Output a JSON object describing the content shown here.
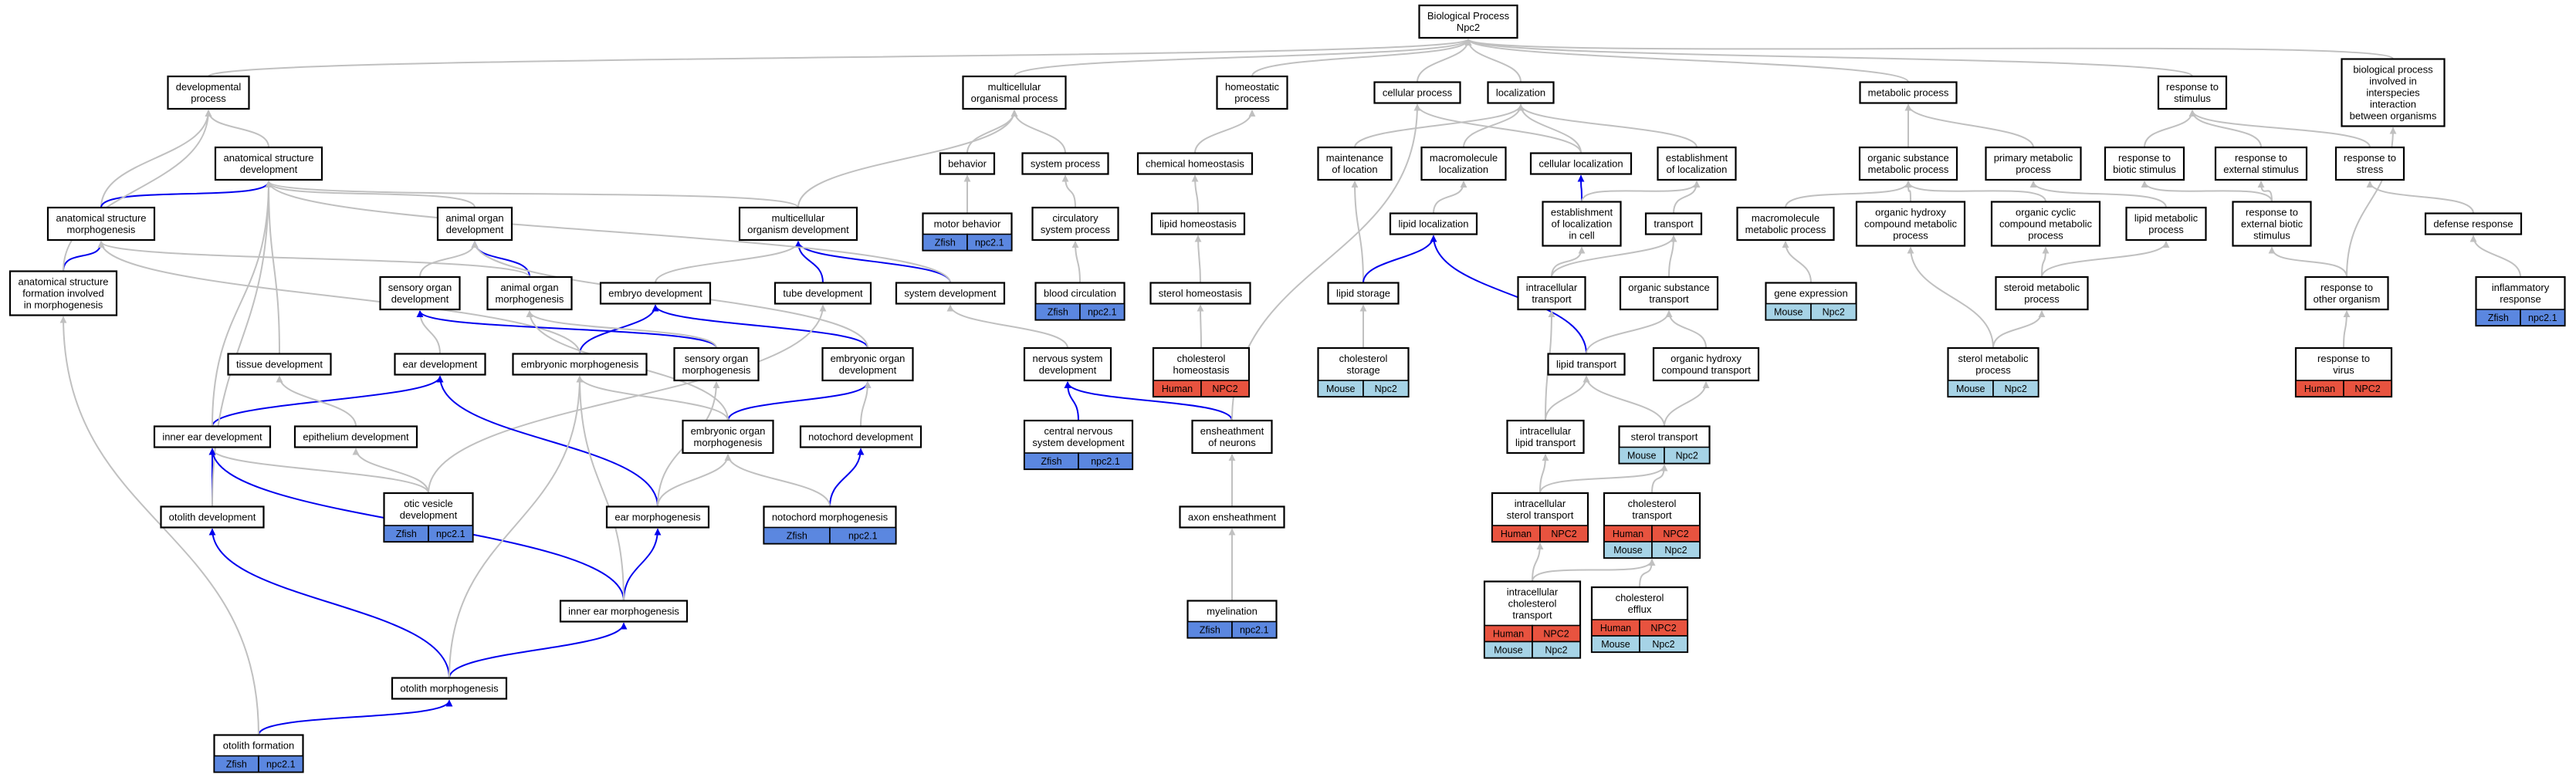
{
  "colors": {
    "isa_edge": "#c0c0c0",
    "partof_edge": "#0000ee",
    "zfish": "#5b87e0",
    "human": "#e8533f",
    "mouse": "#a6d3e6"
  },
  "nodes": [
    {
      "id": "root",
      "label": "Biological Process\nNpc2"
    },
    {
      "id": "devproc",
      "label": "developmental\nprocess"
    },
    {
      "id": "multorg",
      "label": "multicellular\norganismal process"
    },
    {
      "id": "homeo",
      "label": "homeostatic\nprocess"
    },
    {
      "id": "cellproc",
      "label": "cellular process"
    },
    {
      "id": "local",
      "label": "localization"
    },
    {
      "id": "metab",
      "label": "metabolic process"
    },
    {
      "id": "respstim",
      "label": "response to\nstimulus"
    },
    {
      "id": "interspecies",
      "label": "biological process\ninvolved in\ninterspecies\ninteraction\nbetween organisms"
    },
    {
      "id": "anatdev",
      "label": "anatomical structure\ndevelopment"
    },
    {
      "id": "behavior",
      "label": "behavior"
    },
    {
      "id": "sysproc",
      "label": "system process"
    },
    {
      "id": "chemhomeo",
      "label": "chemical homeostasis"
    },
    {
      "id": "maintloc",
      "label": "maintenance\nof location"
    },
    {
      "id": "macroloc",
      "label": "macromolecule\nlocalization"
    },
    {
      "id": "cellloc",
      "label": "cellular localization"
    },
    {
      "id": "estloc",
      "label": "establishment\nof localization"
    },
    {
      "id": "orgsubmet",
      "label": "organic substance\nmetabolic process"
    },
    {
      "id": "primmet",
      "label": "primary metabolic\nprocess"
    },
    {
      "id": "respbio",
      "label": "response to\nbiotic stimulus"
    },
    {
      "id": "respext",
      "label": "response to\nexternal stimulus"
    },
    {
      "id": "respstress",
      "label": "response to\nstress"
    },
    {
      "id": "anatmorph",
      "label": "anatomical structure\nmorphogenesis"
    },
    {
      "id": "animorgdev",
      "label": "animal organ\ndevelopment"
    },
    {
      "id": "multdev",
      "label": "multicellular\norganism development"
    },
    {
      "id": "motorbeh",
      "label": "motor behavior",
      "tags": [
        {
          "sp": "Zfish",
          "gene": "npc2.1",
          "c": "zfish"
        }
      ]
    },
    {
      "id": "circ",
      "label": "circulatory\nsystem process"
    },
    {
      "id": "lipidhomeo",
      "label": "lipid homeostasis"
    },
    {
      "id": "lipidloc",
      "label": "lipid localization"
    },
    {
      "id": "estlocincell",
      "label": "establishment\nof localization\nin cell"
    },
    {
      "id": "transport",
      "label": "transport"
    },
    {
      "id": "macromet",
      "label": "macromolecule\nmetabolic process"
    },
    {
      "id": "orghydmet",
      "label": "organic hydroxy\ncompound metabolic\nprocess"
    },
    {
      "id": "orgcycmet",
      "label": "organic cyclic\ncompound metabolic\nprocess"
    },
    {
      "id": "lipidmet",
      "label": "lipid metabolic\nprocess"
    },
    {
      "id": "respextbio",
      "label": "response to\nexternal biotic\nstimulus"
    },
    {
      "id": "defresp",
      "label": "defense response"
    },
    {
      "id": "anatform",
      "label": "anatomical structure\nformation involved\nin morphogenesis"
    },
    {
      "id": "sensdev",
      "label": "sensory organ\ndevelopment"
    },
    {
      "id": "animorgmorph",
      "label": "animal organ\nmorphogenesis"
    },
    {
      "id": "embdev",
      "label": "embryo development"
    },
    {
      "id": "tubedev",
      "label": "tube development"
    },
    {
      "id": "sysdev",
      "label": "system development"
    },
    {
      "id": "bloodcirc",
      "label": "blood circulation",
      "tags": [
        {
          "sp": "Zfish",
          "gene": "npc2.1",
          "c": "zfish"
        }
      ]
    },
    {
      "id": "sterolhomeo",
      "label": "sterol homeostasis"
    },
    {
      "id": "lipidstor",
      "label": "lipid storage"
    },
    {
      "id": "intratrans",
      "label": "intracellular\ntransport"
    },
    {
      "id": "orgsubtrans",
      "label": "organic substance\ntransport"
    },
    {
      "id": "geneexp",
      "label": "gene expression",
      "tags": [
        {
          "sp": "Mouse",
          "gene": "Npc2",
          "c": "mouse"
        }
      ]
    },
    {
      "id": "sterolmet",
      "label": "steroid metabolic\nprocess"
    },
    {
      "id": "resporg",
      "label": "response to\nother organism"
    },
    {
      "id": "inflam",
      "label": "inflammatory\nresponse",
      "tags": [
        {
          "sp": "Zfish",
          "gene": "npc2.1",
          "c": "zfish"
        }
      ]
    },
    {
      "id": "tissuedev",
      "label": "tissue development"
    },
    {
      "id": "eardev",
      "label": "ear development"
    },
    {
      "id": "embmorph",
      "label": "embryonic morphogenesis"
    },
    {
      "id": "sensmorph",
      "label": "sensory organ\nmorphogenesis"
    },
    {
      "id": "emborgdev",
      "label": "embryonic organ\ndevelopment"
    },
    {
      "id": "nervdev",
      "label": "nervous system\ndevelopment"
    },
    {
      "id": "cholhomeo",
      "label": "cholesterol\nhomeostasis",
      "tags": [
        {
          "sp": "Human",
          "gene": "NPC2",
          "c": "human"
        }
      ]
    },
    {
      "id": "cholstor",
      "label": "cholesterol\nstorage",
      "tags": [
        {
          "sp": "Mouse",
          "gene": "Npc2",
          "c": "mouse"
        }
      ]
    },
    {
      "id": "lipidtrans",
      "label": "lipid transport"
    },
    {
      "id": "orghydtrans",
      "label": "organic hydroxy\ncompound transport"
    },
    {
      "id": "stermet",
      "label": "sterol metabolic\nprocess",
      "tags": [
        {
          "sp": "Mouse",
          "gene": "Npc2",
          "c": "mouse"
        }
      ]
    },
    {
      "id": "respvirus",
      "label": "response to\nvirus",
      "tags": [
        {
          "sp": "Human",
          "gene": "NPC2",
          "c": "human"
        }
      ]
    },
    {
      "id": "innerdev",
      "label": "inner ear development"
    },
    {
      "id": "epidev",
      "label": "epithelium development"
    },
    {
      "id": "emborgmorph",
      "label": "embryonic organ\nmorphogenesis"
    },
    {
      "id": "notodev",
      "label": "notochord development"
    },
    {
      "id": "cnsdev",
      "label": "central nervous\nsystem development",
      "tags": [
        {
          "sp": "Zfish",
          "gene": "npc2.1",
          "c": "zfish"
        }
      ]
    },
    {
      "id": "ensheath",
      "label": "ensheathment\nof neurons"
    },
    {
      "id": "intralipid",
      "label": "intracellular\nlipid transport"
    },
    {
      "id": "steroltrans",
      "label": "sterol transport",
      "tags": [
        {
          "sp": "Mouse",
          "gene": "Npc2",
          "c": "mouse"
        }
      ]
    },
    {
      "id": "oticves",
      "label": "otic vesicle\ndevelopment",
      "tags": [
        {
          "sp": "Zfish",
          "gene": "npc2.1",
          "c": "zfish"
        }
      ]
    },
    {
      "id": "otolithdev",
      "label": "otolith development"
    },
    {
      "id": "earmorph",
      "label": "ear morphogenesis"
    },
    {
      "id": "notomorph",
      "label": "notochord morphogenesis",
      "tags": [
        {
          "sp": "Zfish",
          "gene": "npc2.1",
          "c": "zfish"
        }
      ]
    },
    {
      "id": "axonens",
      "label": "axon ensheathment"
    },
    {
      "id": "intrasterol",
      "label": "intracellular\nsterol transport",
      "tags": [
        {
          "sp": "Human",
          "gene": "NPC2",
          "c": "human"
        }
      ]
    },
    {
      "id": "choltrans",
      "label": "cholesterol\ntransport",
      "tags": [
        {
          "sp": "Human",
          "gene": "NPC2",
          "c": "human"
        },
        {
          "sp": "Mouse",
          "gene": "Npc2",
          "c": "mouse"
        }
      ]
    },
    {
      "id": "intrachol",
      "label": "intracellular\ncholesterol\ntransport",
      "tags": [
        {
          "sp": "Human",
          "gene": "NPC2",
          "c": "human"
        },
        {
          "sp": "Mouse",
          "gene": "Npc2",
          "c": "mouse"
        }
      ]
    },
    {
      "id": "cholefflux",
      "label": "cholesterol\nefflux",
      "tags": [
        {
          "sp": "Human",
          "gene": "NPC2",
          "c": "human"
        },
        {
          "sp": "Mouse",
          "gene": "Npc2",
          "c": "mouse"
        }
      ]
    },
    {
      "id": "innermorph",
      "label": "inner ear morphogenesis"
    },
    {
      "id": "myelin",
      "label": "myelination",
      "tags": [
        {
          "sp": "Zfish",
          "gene": "npc2.1",
          "c": "zfish"
        }
      ]
    },
    {
      "id": "otolithmorph",
      "label": "otolith morphogenesis"
    },
    {
      "id": "otolithform",
      "label": "otolith formation",
      "tags": [
        {
          "sp": "Zfish",
          "gene": "npc2.1",
          "c": "zfish"
        }
      ]
    }
  ],
  "edges": [
    {
      "from": "devproc",
      "to": "root",
      "type": "isa"
    },
    {
      "from": "multorg",
      "to": "root",
      "type": "isa"
    },
    {
      "from": "homeo",
      "to": "root",
      "type": "isa"
    },
    {
      "from": "cellproc",
      "to": "root",
      "type": "isa"
    },
    {
      "from": "local",
      "to": "root",
      "type": "isa"
    },
    {
      "from": "metab",
      "to": "root",
      "type": "isa"
    },
    {
      "from": "respstim",
      "to": "root",
      "type": "isa"
    },
    {
      "from": "interspecies",
      "to": "root",
      "type": "isa"
    },
    {
      "from": "anatdev",
      "to": "devproc",
      "type": "isa"
    },
    {
      "from": "behavior",
      "to": "multorg",
      "type": "isa"
    },
    {
      "from": "sysproc",
      "to": "multorg",
      "type": "isa"
    },
    {
      "from": "chemhomeo",
      "to": "homeo",
      "type": "isa"
    },
    {
      "from": "maintloc",
      "to": "local",
      "type": "isa"
    },
    {
      "from": "macroloc",
      "to": "local",
      "type": "isa"
    },
    {
      "from": "cellloc",
      "to": "local",
      "type": "isa"
    },
    {
      "from": "cellloc",
      "to": "cellproc",
      "type": "isa"
    },
    {
      "from": "estloc",
      "to": "local",
      "type": "isa"
    },
    {
      "from": "orgsubmet",
      "to": "metab",
      "type": "isa"
    },
    {
      "from": "primmet",
      "to": "metab",
      "type": "isa"
    },
    {
      "from": "respbio",
      "to": "respstim",
      "type": "isa"
    },
    {
      "from": "respext",
      "to": "respstim",
      "type": "isa"
    },
    {
      "from": "respstress",
      "to": "respstim",
      "type": "isa"
    },
    {
      "from": "anatmorph",
      "to": "devproc",
      "type": "isa"
    },
    {
      "from": "anatmorph",
      "to": "anatdev",
      "type": "part"
    },
    {
      "from": "animorgdev",
      "to": "anatdev",
      "type": "isa"
    },
    {
      "from": "multdev",
      "to": "anatdev",
      "type": "isa"
    },
    {
      "from": "multdev",
      "to": "multorg",
      "type": "isa"
    },
    {
      "from": "motorbeh",
      "to": "behavior",
      "type": "isa"
    },
    {
      "from": "circ",
      "to": "sysproc",
      "type": "isa"
    },
    {
      "from": "lipidhomeo",
      "to": "chemhomeo",
      "type": "isa"
    },
    {
      "from": "lipidloc",
      "to": "macroloc",
      "type": "isa"
    },
    {
      "from": "estlocincell",
      "to": "cellloc",
      "type": "part"
    },
    {
      "from": "estlocincell",
      "to": "estloc",
      "type": "isa"
    },
    {
      "from": "transport",
      "to": "estloc",
      "type": "isa"
    },
    {
      "from": "macromet",
      "to": "orgsubmet",
      "type": "isa"
    },
    {
      "from": "orghydmet",
      "to": "orgsubmet",
      "type": "isa"
    },
    {
      "from": "orgcycmet",
      "to": "orgsubmet",
      "type": "isa"
    },
    {
      "from": "lipidmet",
      "to": "primmet",
      "type": "isa"
    },
    {
      "from": "respextbio",
      "to": "respbio",
      "type": "isa"
    },
    {
      "from": "respextbio",
      "to": "respext",
      "type": "isa"
    },
    {
      "from": "defresp",
      "to": "respstress",
      "type": "isa"
    },
    {
      "from": "anatform",
      "to": "anatmorph",
      "type": "part"
    },
    {
      "from": "anatform",
      "to": "devproc",
      "type": "isa"
    },
    {
      "from": "sensdev",
      "to": "animorgdev",
      "type": "isa"
    },
    {
      "from": "animorgmorph",
      "to": "animorgdev",
      "type": "part"
    },
    {
      "from": "animorgmorph",
      "to": "anatmorph",
      "type": "isa"
    },
    {
      "from": "embdev",
      "to": "multdev",
      "type": "isa"
    },
    {
      "from": "tubedev",
      "to": "multdev",
      "type": "part"
    },
    {
      "from": "sysdev",
      "to": "multdev",
      "type": "part"
    },
    {
      "from": "sysdev",
      "to": "anatdev",
      "type": "isa"
    },
    {
      "from": "bloodcirc",
      "to": "circ",
      "type": "isa"
    },
    {
      "from": "sterolhomeo",
      "to": "lipidhomeo",
      "type": "isa"
    },
    {
      "from": "lipidstor",
      "to": "maintloc",
      "type": "isa"
    },
    {
      "from": "lipidstor",
      "to": "lipidloc",
      "type": "part"
    },
    {
      "from": "intratrans",
      "to": "estlocincell",
      "type": "isa"
    },
    {
      "from": "intratrans",
      "to": "transport",
      "type": "isa"
    },
    {
      "from": "orgsubtrans",
      "to": "transport",
      "type": "isa"
    },
    {
      "from": "geneexp",
      "to": "macromet",
      "type": "isa"
    },
    {
      "from": "sterolmet",
      "to": "lipidmet",
      "type": "isa"
    },
    {
      "from": "sterolmet",
      "to": "orgcycmet",
      "type": "isa"
    },
    {
      "from": "resporg",
      "to": "respextbio",
      "type": "isa"
    },
    {
      "from": "resporg",
      "to": "interspecies",
      "type": "isa"
    },
    {
      "from": "inflam",
      "to": "defresp",
      "type": "isa"
    },
    {
      "from": "tissuedev",
      "to": "anatdev",
      "type": "isa"
    },
    {
      "from": "eardev",
      "to": "sensdev",
      "type": "isa"
    },
    {
      "from": "embmorph",
      "to": "embdev",
      "type": "part"
    },
    {
      "from": "embmorph",
      "to": "anatmorph",
      "type": "isa"
    },
    {
      "from": "sensmorph",
      "to": "sensdev",
      "type": "part"
    },
    {
      "from": "sensmorph",
      "to": "animorgmorph",
      "type": "isa"
    },
    {
      "from": "emborgdev",
      "to": "embdev",
      "type": "part"
    },
    {
      "from": "emborgdev",
      "to": "animorgdev",
      "type": "isa"
    },
    {
      "from": "nervdev",
      "to": "sysdev",
      "type": "isa"
    },
    {
      "from": "cholhomeo",
      "to": "sterolhomeo",
      "type": "isa"
    },
    {
      "from": "cholstor",
      "to": "lipidstor",
      "type": "isa"
    },
    {
      "from": "lipidtrans",
      "to": "lipidloc",
      "type": "part"
    },
    {
      "from": "lipidtrans",
      "to": "orgsubtrans",
      "type": "isa"
    },
    {
      "from": "orghydtrans",
      "to": "orgsubtrans",
      "type": "isa"
    },
    {
      "from": "stermet",
      "to": "sterolmet",
      "type": "isa"
    },
    {
      "from": "stermet",
      "to": "orghydmet",
      "type": "isa"
    },
    {
      "from": "respvirus",
      "to": "resporg",
      "type": "isa"
    },
    {
      "from": "innerdev",
      "to": "eardev",
      "type": "part"
    },
    {
      "from": "innerdev",
      "to": "anatdev",
      "type": "isa"
    },
    {
      "from": "epidev",
      "to": "tissuedev",
      "type": "isa"
    },
    {
      "from": "emborgmorph",
      "to": "emborgdev",
      "type": "part"
    },
    {
      "from": "emborgmorph",
      "to": "embmorph",
      "type": "isa"
    },
    {
      "from": "emborgmorph",
      "to": "animorgmorph",
      "type": "isa"
    },
    {
      "from": "notodev",
      "to": "emborgdev",
      "type": "isa"
    },
    {
      "from": "cnsdev",
      "to": "nervdev",
      "type": "part"
    },
    {
      "from": "ensheath",
      "to": "nervdev",
      "type": "part"
    },
    {
      "from": "ensheath",
      "to": "cellproc",
      "type": "isa"
    },
    {
      "from": "intralipid",
      "to": "intratrans",
      "type": "isa"
    },
    {
      "from": "intralipid",
      "to": "lipidtrans",
      "type": "isa"
    },
    {
      "from": "steroltrans",
      "to": "lipidtrans",
      "type": "isa"
    },
    {
      "from": "steroltrans",
      "to": "orghydtrans",
      "type": "isa"
    },
    {
      "from": "oticves",
      "to": "innerdev",
      "type": "isa"
    },
    {
      "from": "oticves",
      "to": "epidev",
      "type": "isa"
    },
    {
      "from": "oticves",
      "to": "tubedev",
      "type": "isa"
    },
    {
      "from": "otolithdev",
      "to": "innerdev",
      "type": "part"
    },
    {
      "from": "otolithdev",
      "to": "anatdev",
      "type": "isa"
    },
    {
      "from": "earmorph",
      "to": "eardev",
      "type": "part"
    },
    {
      "from": "earmorph",
      "to": "sensmorph",
      "type": "isa"
    },
    {
      "from": "earmorph",
      "to": "emborgmorph",
      "type": "isa"
    },
    {
      "from": "notomorph",
      "to": "notodev",
      "type": "part"
    },
    {
      "from": "notomorph",
      "to": "emborgmorph",
      "type": "isa"
    },
    {
      "from": "axonens",
      "to": "ensheath",
      "type": "isa"
    },
    {
      "from": "intrasterol",
      "to": "intralipid",
      "type": "isa"
    },
    {
      "from": "intrasterol",
      "to": "steroltrans",
      "type": "isa"
    },
    {
      "from": "choltrans",
      "to": "steroltrans",
      "type": "isa"
    },
    {
      "from": "intrachol",
      "to": "intrasterol",
      "type": "isa"
    },
    {
      "from": "intrachol",
      "to": "choltrans",
      "type": "isa"
    },
    {
      "from": "cholefflux",
      "to": "choltrans",
      "type": "isa"
    },
    {
      "from": "innermorph",
      "to": "innerdev",
      "type": "part"
    },
    {
      "from": "innermorph",
      "to": "earmorph",
      "type": "part"
    },
    {
      "from": "innermorph",
      "to": "embmorph",
      "type": "isa"
    },
    {
      "from": "myelin",
      "to": "axonens",
      "type": "isa"
    },
    {
      "from": "otolithmorph",
      "to": "otolithdev",
      "type": "part"
    },
    {
      "from": "otolithmorph",
      "to": "innermorph",
      "type": "part"
    },
    {
      "from": "otolithmorph",
      "to": "embmorph",
      "type": "isa"
    },
    {
      "from": "otolithform",
      "to": "otolithmorph",
      "type": "part"
    },
    {
      "from": "otolithform",
      "to": "anatform",
      "type": "isa"
    }
  ]
}
